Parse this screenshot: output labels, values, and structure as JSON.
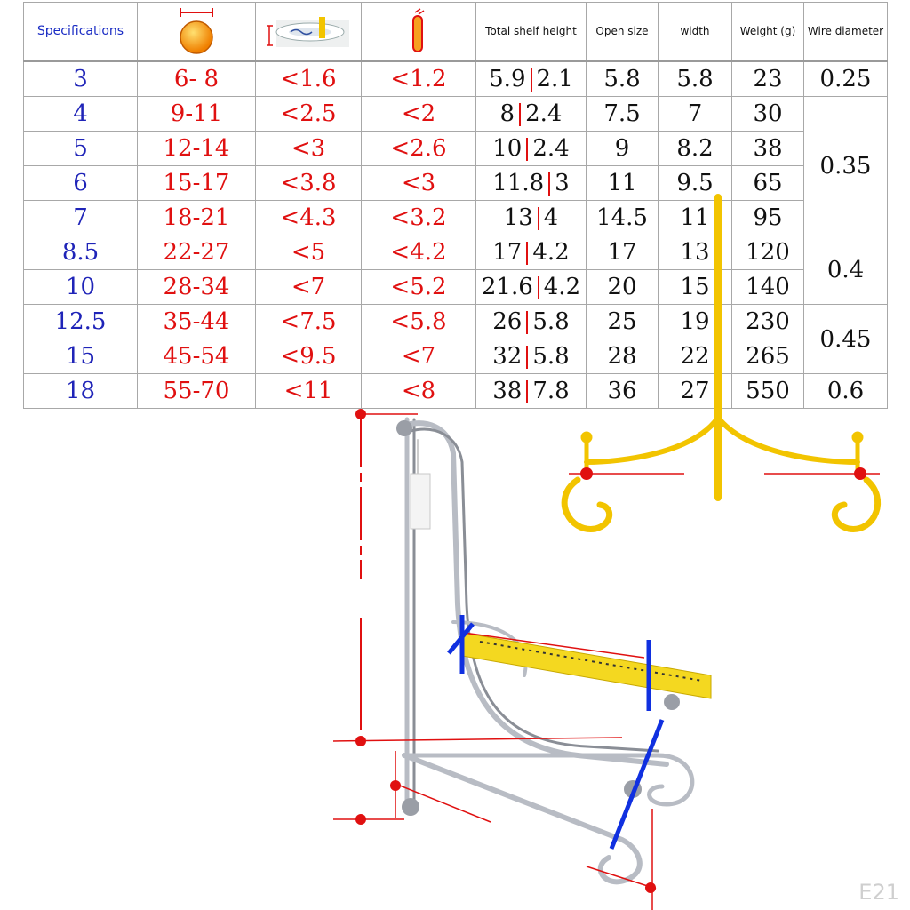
{
  "table": {
    "headers": {
      "specifications": "Specifications",
      "total_shelf_height": "Total shelf height",
      "open_size": "Open size",
      "width": "width",
      "weight": "Weight (g)",
      "wire_diameter": "Wire diameter"
    },
    "rows": [
      {
        "spec": "3",
        "plate": "6- 8",
        "depth": "<1.6",
        "thick": "<1.2",
        "h1": "5.9",
        "h2": "2.1",
        "open": "5.8",
        "width": "5.8",
        "weight": "23"
      },
      {
        "spec": "4",
        "plate": "9-11",
        "depth": "<2.5",
        "thick": "<2",
        "h1": "8",
        "h2": "2.4",
        "open": "7.5",
        "width": "7",
        "weight": "30"
      },
      {
        "spec": "5",
        "plate": "12-14",
        "depth": "<3",
        "thick": "<2.6",
        "h1": "10",
        "h2": "2.4",
        "open": "9",
        "width": "8.2",
        "weight": "38"
      },
      {
        "spec": "6",
        "plate": "15-17",
        "depth": "<3.8",
        "thick": "<3",
        "h1": "11.8",
        "h2": "3",
        "open": "11",
        "width": "9.5",
        "weight": "65"
      },
      {
        "spec": "7",
        "plate": "18-21",
        "depth": "<4.3",
        "thick": "<3.2",
        "h1": "13",
        "h2": "4",
        "open": "14.5",
        "width": "11",
        "weight": "95"
      },
      {
        "spec": "8.5",
        "plate": "22-27",
        "depth": "<5",
        "thick": "<4.2",
        "h1": "17",
        "h2": "4.2",
        "open": "17",
        "width": "13",
        "weight": "120"
      },
      {
        "spec": "10",
        "plate": "28-34",
        "depth": "<7",
        "thick": "<5.2",
        "h1": "21.6",
        "h2": "4.2",
        "open": "20",
        "width": "15",
        "weight": "140"
      },
      {
        "spec": "12.5",
        "plate": "35-44",
        "depth": "<7.5",
        "thick": "<5.8",
        "h1": "26",
        "h2": "5.8",
        "open": "25",
        "width": "19",
        "weight": "230"
      },
      {
        "spec": "15",
        "plate": "45-54",
        "depth": "<9.5",
        "thick": "<7",
        "h1": "32",
        "h2": "5.8",
        "open": "28",
        "width": "22",
        "weight": "265"
      },
      {
        "spec": "18",
        "plate": "55-70",
        "depth": "<11",
        "thick": "<8",
        "h1": "38",
        "h2": "7.8",
        "open": "36",
        "width": "27",
        "weight": "550"
      }
    ],
    "wire_groups": [
      {
        "value": "0.25"
      },
      {
        "value": "0.35"
      },
      {
        "value": "0.4"
      },
      {
        "value": "0.45"
      },
      {
        "value": "0.6"
      }
    ]
  },
  "icons": {
    "plate_diameter": "plate-diameter-icon",
    "plate_depth": "plate-depth-photo-icon",
    "plate_thickness": "plate-thickness-icon"
  },
  "colors": {
    "spec_blue": "#1f24b8",
    "value_red": "#e01010",
    "gold": "#f2c400",
    "measure_blue": "#1030e0"
  },
  "watermark": "E21"
}
